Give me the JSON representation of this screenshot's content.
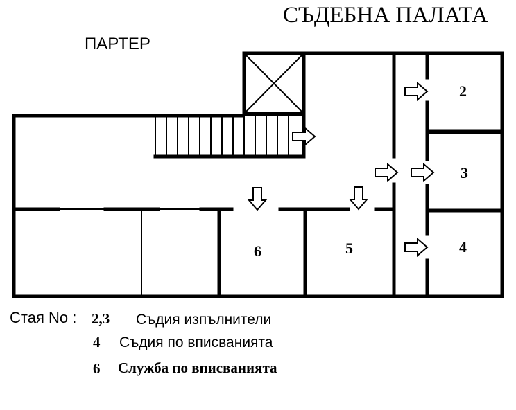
{
  "title": "СЪДЕБНА ПАЛАТА",
  "floor_label": "ПАРТЕР",
  "rooms": [
    {
      "id": "room-2",
      "number": "2"
    },
    {
      "id": "room-3",
      "number": "3"
    },
    {
      "id": "room-4",
      "number": "4"
    },
    {
      "id": "room-5",
      "number": "5"
    },
    {
      "id": "room-6",
      "number": "6"
    }
  ],
  "legend": {
    "label": "Стая No :",
    "items": [
      {
        "number": "2,3",
        "description": "Съдия изпълнители"
      },
      {
        "number": "4",
        "description": "Съдия по вписванията"
      },
      {
        "number": "6",
        "description": "Служба по вписванията"
      }
    ]
  },
  "colors": {
    "lines": "#000000",
    "background": "#ffffff"
  }
}
